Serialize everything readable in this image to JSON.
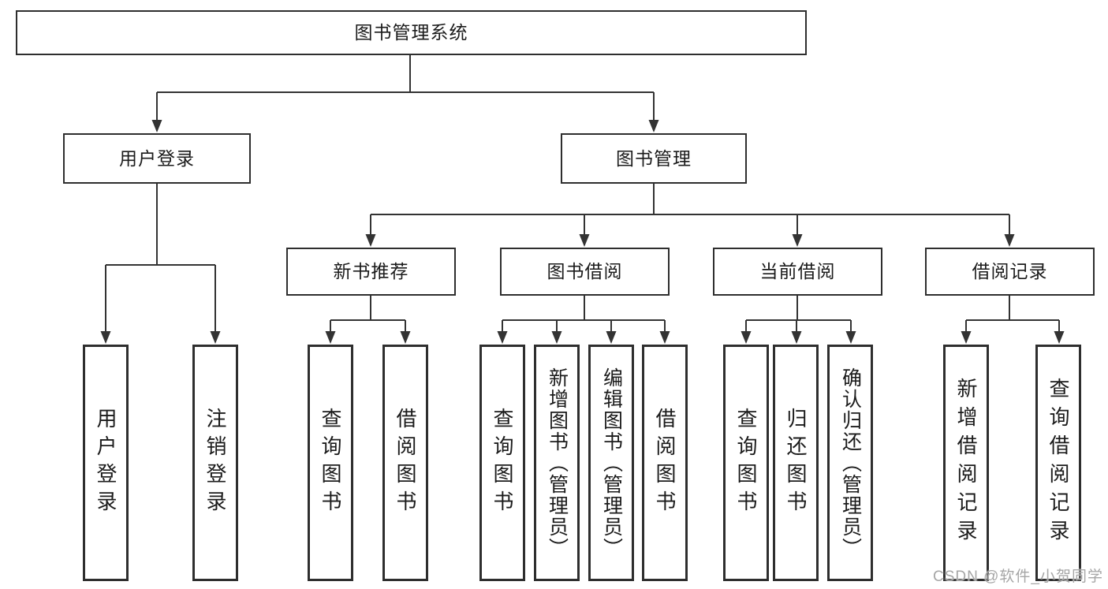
{
  "diagram": {
    "root": {
      "label": "图书管理系统"
    },
    "level2": [
      {
        "label": "用户登录"
      },
      {
        "label": "图书管理"
      }
    ],
    "level3": [
      {
        "label": "新书推荐",
        "parent": "图书管理"
      },
      {
        "label": "图书借阅",
        "parent": "图书管理"
      },
      {
        "label": "当前借阅",
        "parent": "图书管理"
      },
      {
        "label": "借阅记录",
        "parent": "图书管理"
      }
    ],
    "leaves": [
      {
        "label": "用户登录",
        "parent": "用户登录"
      },
      {
        "label": "注销登录",
        "parent": "用户登录"
      },
      {
        "label": "查询图书",
        "parent": "新书推荐"
      },
      {
        "label": "借阅图书",
        "parent": "新书推荐"
      },
      {
        "label": "查询图书",
        "parent": "图书借阅"
      },
      {
        "label": "新增图书（管理员）",
        "parent": "图书借阅"
      },
      {
        "label": "编辑图书（管理员）",
        "parent": "图书借阅"
      },
      {
        "label": "借阅图书",
        "parent": "图书借阅"
      },
      {
        "label": "查询图书",
        "parent": "当前借阅"
      },
      {
        "label": "归还图书",
        "parent": "当前借阅"
      },
      {
        "label": "确认归还（管理员）",
        "parent": "当前借阅"
      },
      {
        "label": "新增借阅记录",
        "parent": "借阅记录"
      },
      {
        "label": "查询借阅记录",
        "parent": "借阅记录"
      }
    ]
  },
  "watermark": {
    "text": "CSDN @软件_小贺同学"
  },
  "colors": {
    "line": "#333333",
    "box_border": "#2e2e2e",
    "text": "#1b1b1b",
    "watermark": "#a6a6a6",
    "background": "#ffffff"
  }
}
